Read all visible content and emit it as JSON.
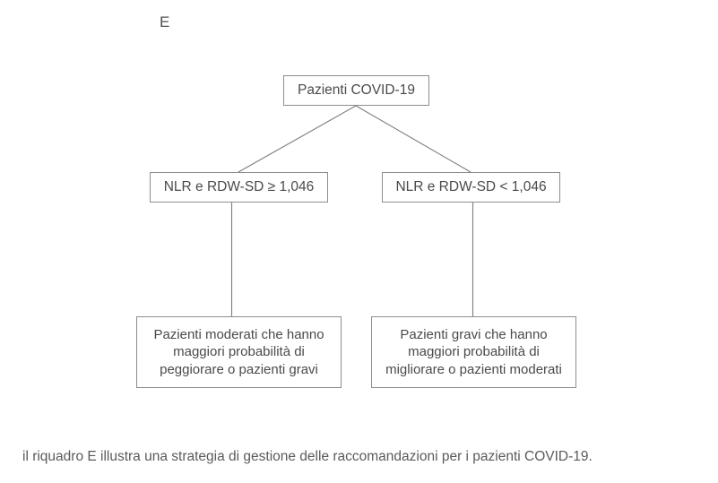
{
  "figure": {
    "panel_letter": "E",
    "caption": "il riquadro E illustra una strategia di gestione delle raccomandazioni per i pazienti COVID-19."
  },
  "colors": {
    "box_border": "#8d8d8d",
    "box_text": "#4a4a4a",
    "connector": "#7e7e7e",
    "caption_text": "#5a5a5a",
    "background": "#ffffff"
  },
  "diagram": {
    "type": "flowchart",
    "nodes": {
      "root": {
        "label": "Pazienti COVID-19"
      },
      "branch_high": {
        "label": "NLR e RDW-SD ≥ 1,046"
      },
      "branch_low": {
        "label": "NLR e RDW-SD < 1,046"
      },
      "outcome_high": {
        "label": "Pazienti moderati che hanno\nmaggiori probabilità di\npeggiorare o pazienti gravi"
      },
      "outcome_low": {
        "label": "Pazienti gravi che hanno\nmaggiori probabilità di\nmigliorare o pazienti moderati"
      }
    },
    "edges": [
      {
        "from": "root",
        "to": "branch_high",
        "style": "diagonal"
      },
      {
        "from": "root",
        "to": "branch_low",
        "style": "diagonal"
      },
      {
        "from": "branch_high",
        "to": "outcome_high",
        "style": "vertical"
      },
      {
        "from": "branch_low",
        "to": "outcome_low",
        "style": "vertical"
      }
    ]
  }
}
